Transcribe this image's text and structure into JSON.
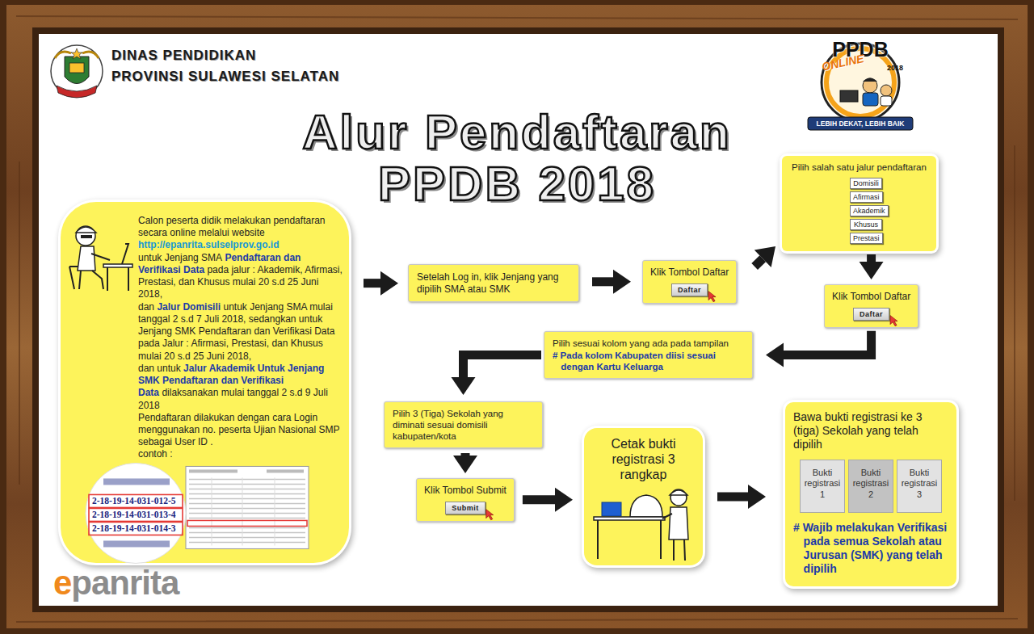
{
  "diagram": {
    "title": "Alur Pendaftaran PPDB 2018",
    "nodes": [
      {
        "text": [
          "Calon peserta didik melakukan pendaftaran secara online melalui website",
          "http://epanrita.sulselprov.go.id",
          "untuk Jenjang SMA",
          "Pendaftaran dan Verifikasi Data",
          "pada jalur : Akademik, Afirmasi, Prestasi, dan Khusus mulai 20 s.d 25 Juni 2018,",
          "dan",
          "Jalur Domisili",
          "untuk Jenjang SMA mulai tanggal 2 s.d 7 Juli 2018, sedangkan untuk Jenjang SMK Pendaftaran dan Verifikasi Data pada Jalur : Afirmasi, Prestasi, dan Khusus mulai 20 s.d 25 Juni 2018,",
          "dan untuk",
          "Jalur Akademik Untuk Jenjang SMK Pendaftaran dan Verifikasi Data",
          "dilaksanakan mulai tanggal 2 s.d 9 Juli 2018",
          "Pendaftaran dilakukan dengan cara Login menggunakan no. peserta Ujian Nasional SMP sebagai User ID .",
          "contoh :"
        ]
      },
      {
        "text": [
          "Setelah Log in, klik Jenjang yang dipilih SMA atau SMK"
        ]
      },
      {
        "text": [
          "Klik Tombol Daftar"
        ]
      },
      {
        "text": [
          "Daftar"
        ],
        "in": 2
      },
      {
        "text": [
          "Pilih salah satu jalur pendaftaran"
        ]
      },
      {
        "text": [
          "Domisili"
        ],
        "in": 4
      },
      {
        "text": [
          "Afirmasi"
        ],
        "in": 4
      },
      {
        "text": [
          "Akademik"
        ],
        "in": 4
      },
      {
        "text": [
          "Khusus"
        ],
        "in": 4
      },
      {
        "text": [
          "Prestasi"
        ],
        "in": 4
      },
      {
        "text": [
          "Klik Tombol Daftar"
        ]
      },
      {
        "text": [
          "Daftar"
        ],
        "in": 10
      },
      {
        "text": [
          "Pilih sesuai kolom yang ada pada tampilan",
          "# Pada kolom Kabupaten diisi sesuai dengan Kartu Keluarga"
        ]
      },
      {
        "text": [
          "Pilih 3 (Tiga) Sekolah yang diminati sesuai domisili kabupaten/kota"
        ]
      },
      {
        "text": [
          "Klik Tombol Submit"
        ]
      },
      {
        "text": [
          "Submit"
        ],
        "in": 14
      },
      {
        "text": [
          "Cetak bukti registrasi 3 rangkap"
        ]
      },
      {
        "text": [
          "Bawa bukti registrasi ke 3 (tiga) Sekolah yang telah dipilih",
          "# Wajib melakukan Verifikasi pada semua Sekolah atau Jurusan (SMK) yang telah dipilih"
        ]
      },
      {
        "text": [
          "Bukti registrasi 1"
        ],
        "in": 17
      },
      {
        "text": [
          "Bukti registrasi 2"
        ],
        "in": 17
      },
      {
        "text": [
          "Bukti registrasi 3"
        ],
        "in": 17
      }
    ],
    "edges": [
      {
        "from": 0,
        "to": 1,
        "arrow": "to"
      },
      {
        "from": 1,
        "to": 2,
        "arrow": "to"
      },
      {
        "from": 2,
        "to": 4,
        "arrow": "to"
      },
      {
        "from": 4,
        "to": 10,
        "arrow": "to"
      },
      {
        "from": 10,
        "to": 12,
        "arrow": "to"
      },
      {
        "from": 12,
        "to": 13,
        "arrow": "to"
      },
      {
        "from": 13,
        "to": 14,
        "arrow": "to"
      },
      {
        "from": 14,
        "to": 16,
        "arrow": "to"
      },
      {
        "from": 16,
        "to": 17,
        "arrow": "to"
      }
    ],
    "labels": [
      "DINAS PENDIDIKAN",
      "PROVINSI SULAWESI SELATAN",
      "PPDB",
      "ONLINE",
      "2018",
      "LEBIH DEKAT, LEBIH BAIK",
      "2-18-19-14-031-012-5",
      "2-18-19-14-031-013-4",
      "2-18-19-14-031-014-3",
      "epanrita"
    ]
  }
}
